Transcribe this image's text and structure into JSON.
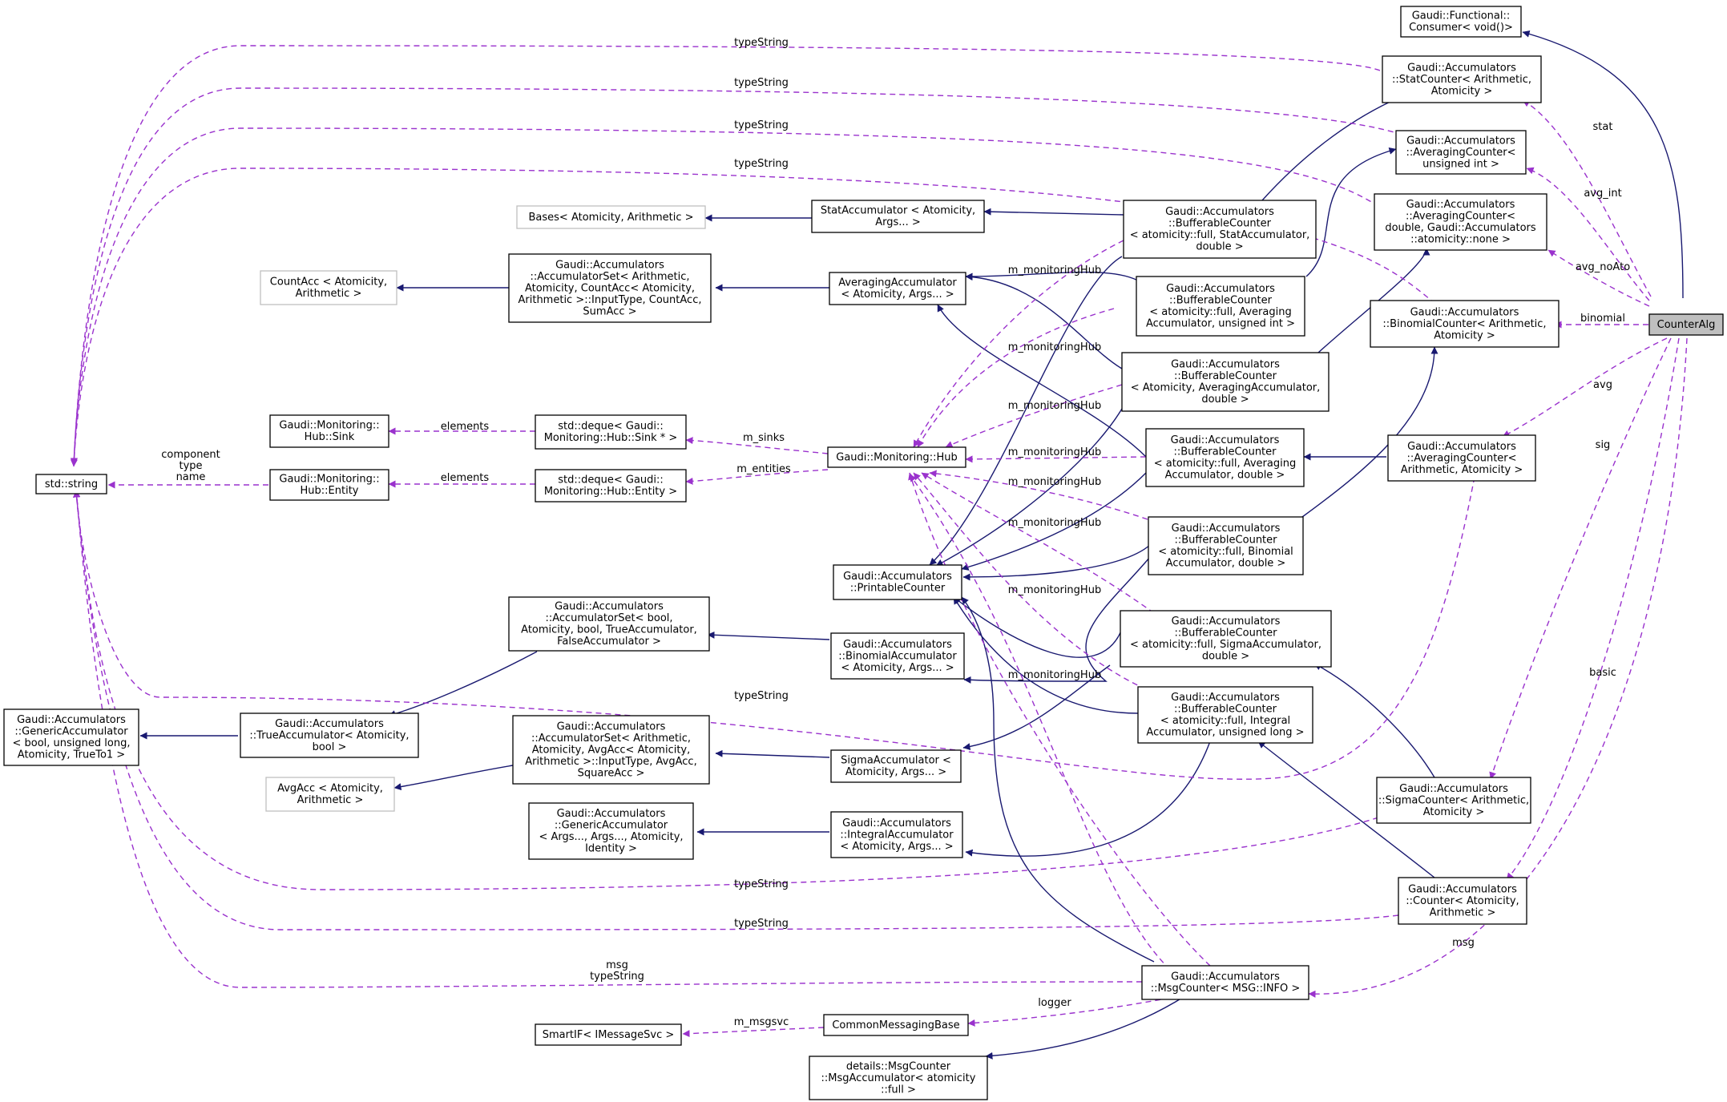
{
  "nodes": [
    {
      "id": "functional_consumer",
      "lines": [
        "Gaudi::Functional::",
        "Consumer< void()>"
      ]
    },
    {
      "id": "statcounter",
      "lines": [
        "Gaudi::Accumulators",
        "::StatCounter< Arithmetic,",
        "Atomicity >"
      ]
    },
    {
      "id": "avgcounter_uint",
      "lines": [
        "Gaudi::Accumulators",
        "::AveragingCounter<",
        "unsigned int >"
      ]
    },
    {
      "id": "avgcounter_double_none",
      "lines": [
        "Gaudi::Accumulators",
        "::AveragingCounter<",
        "double, Gaudi::Accumulators",
        "::atomicity::none >"
      ]
    },
    {
      "id": "binomialcounter",
      "lines": [
        "Gaudi::Accumulators",
        "::BinomialCounter< Arithmetic,",
        "Atomicity >"
      ]
    },
    {
      "id": "counteralg",
      "lines": [
        "CounterAlg"
      ]
    },
    {
      "id": "avgcounter_generic",
      "lines": [
        "Gaudi::Accumulators",
        "::AveragingCounter<",
        "Arithmetic, Atomicity >"
      ]
    },
    {
      "id": "sigmacounter",
      "lines": [
        "Gaudi::Accumulators",
        "::SigmaCounter< Arithmetic,",
        "Atomicity >"
      ]
    },
    {
      "id": "counter",
      "lines": [
        "Gaudi::Accumulators",
        "::Counter< Atomicity,",
        "Arithmetic >"
      ]
    },
    {
      "id": "msgcounter",
      "lines": [
        "Gaudi::Accumulators",
        "::MsgCounter< MSG::INFO >"
      ]
    },
    {
      "id": "buf_stat",
      "lines": [
        "Gaudi::Accumulators",
        "::BufferableCounter",
        "< atomicity::full, StatAccumulator,",
        "double >"
      ]
    },
    {
      "id": "buf_avg_uint",
      "lines": [
        "Gaudi::Accumulators",
        "::BufferableCounter",
        "< atomicity::full, Averaging",
        "Accumulator, unsigned int >"
      ]
    },
    {
      "id": "buf_atom_avg",
      "lines": [
        "Gaudi::Accumulators",
        "::BufferableCounter",
        "< Atomicity, AveragingAccumulator,",
        "double >"
      ]
    },
    {
      "id": "buf_avg_double",
      "lines": [
        "Gaudi::Accumulators",
        "::BufferableCounter",
        "< atomicity::full, Averaging",
        "Accumulator, double >"
      ]
    },
    {
      "id": "buf_binomial",
      "lines": [
        "Gaudi::Accumulators",
        "::BufferableCounter",
        "< atomicity::full, Binomial",
        "Accumulator, double >"
      ]
    },
    {
      "id": "buf_sigma",
      "lines": [
        "Gaudi::Accumulators",
        "::BufferableCounter",
        "< atomicity::full, SigmaAccumulator,",
        "double >"
      ]
    },
    {
      "id": "buf_integral",
      "lines": [
        "Gaudi::Accumulators",
        "::BufferableCounter",
        "< atomicity::full, Integral",
        "Accumulator, unsigned long >"
      ]
    },
    {
      "id": "bases",
      "lines": [
        "Bases< Atomicity, Arithmetic >"
      ]
    },
    {
      "id": "stataccum",
      "lines": [
        "StatAccumulator < Atomicity,",
        "Args... >"
      ]
    },
    {
      "id": "countacc",
      "lines": [
        "CountAcc < Atomicity,",
        "Arithmetic >"
      ]
    },
    {
      "id": "accset_count",
      "lines": [
        "Gaudi::Accumulators",
        "::AccumulatorSet< Arithmetic,",
        "Atomicity, CountAcc< Atomicity,",
        "Arithmetic >::InputType, CountAcc,",
        "SumAcc >"
      ]
    },
    {
      "id": "avgaccum",
      "lines": [
        "AveragingAccumulator",
        "< Atomicity, Args... >"
      ]
    },
    {
      "id": "hub_sink",
      "lines": [
        "Gaudi::Monitoring::",
        "Hub::Sink"
      ]
    },
    {
      "id": "deque_sink",
      "lines": [
        "std::deque< Gaudi::",
        "Monitoring::Hub::Sink * >"
      ]
    },
    {
      "id": "hub",
      "lines": [
        "Gaudi::Monitoring::Hub"
      ]
    },
    {
      "id": "stdstring",
      "lines": [
        "std::string"
      ]
    },
    {
      "id": "hub_entity",
      "lines": [
        "Gaudi::Monitoring::",
        "Hub::Entity"
      ]
    },
    {
      "id": "deque_entity",
      "lines": [
        "std::deque< Gaudi::",
        "Monitoring::Hub::Entity >"
      ]
    },
    {
      "id": "printable",
      "lines": [
        "Gaudi::Accumulators",
        "::PrintableCounter"
      ]
    },
    {
      "id": "accset_bool",
      "lines": [
        "Gaudi::Accumulators",
        "::AccumulatorSet< bool,",
        "Atomicity, bool, TrueAccumulator,",
        "FalseAccumulator >"
      ]
    },
    {
      "id": "binomialaccum",
      "lines": [
        "Gaudi::Accumulators",
        "::BinomialAccumulator",
        "< Atomicity, Args... >"
      ]
    },
    {
      "id": "genacc_bool",
      "lines": [
        "Gaudi::Accumulators",
        "::GenericAccumulator",
        "< bool, unsigned long,",
        "Atomicity, TrueTo1 >"
      ]
    },
    {
      "id": "trueaccum",
      "lines": [
        "Gaudi::Accumulators",
        "::TrueAccumulator< Atomicity,",
        "bool >"
      ]
    },
    {
      "id": "accset_avg",
      "lines": [
        "Gaudi::Accumulators",
        "::AccumulatorSet< Arithmetic,",
        "Atomicity, AvgAcc< Atomicity,",
        "Arithmetic >::InputType, AvgAcc,",
        "SquareAcc >"
      ]
    },
    {
      "id": "sigmaaccum",
      "lines": [
        "SigmaAccumulator <",
        "Atomicity, Args... >"
      ]
    },
    {
      "id": "avgacc",
      "lines": [
        "AvgAcc < Atomicity,",
        "Arithmetic >"
      ]
    },
    {
      "id": "genacc_args",
      "lines": [
        "Gaudi::Accumulators",
        "::GenericAccumulator",
        "< Args..., Args..., Atomicity,",
        "Identity >"
      ]
    },
    {
      "id": "integralaccum",
      "lines": [
        "Gaudi::Accumulators",
        "::IntegralAccumulator",
        "< Atomicity, Args... >"
      ]
    },
    {
      "id": "commonmsg",
      "lines": [
        "CommonMessagingBase"
      ]
    },
    {
      "id": "smartif",
      "lines": [
        "SmartIF< IMessageSvc >"
      ]
    },
    {
      "id": "details_msgcounter",
      "lines": [
        "details::MsgCounter",
        "::MsgAccumulator< atomicity",
        "::full >"
      ]
    }
  ],
  "edge_labels": {
    "typeString": "typeString",
    "stat": "stat",
    "avg_int": "avg_int",
    "avg_noAto": "avg_noAto",
    "binomial": "binomial",
    "avg": "avg",
    "sig": "sig",
    "basic": "basic",
    "msg": "msg",
    "m_monitoringHub": "m_monitoringHub",
    "elements": "elements",
    "m_sinks": "m_sinks",
    "m_entities": "m_entities",
    "component": "component",
    "type": "type",
    "name": "name",
    "msg_typeString_1": "msg",
    "msg_typeString_2": "typeString",
    "logger": "logger",
    "m_msgsvc": "m_msgsvc"
  },
  "colors": {
    "inheritance_edge": "#191970",
    "usage_edge": "#9a32cd",
    "focus_fill": "#bfbfbf",
    "external_border": "#bfbfbf"
  }
}
